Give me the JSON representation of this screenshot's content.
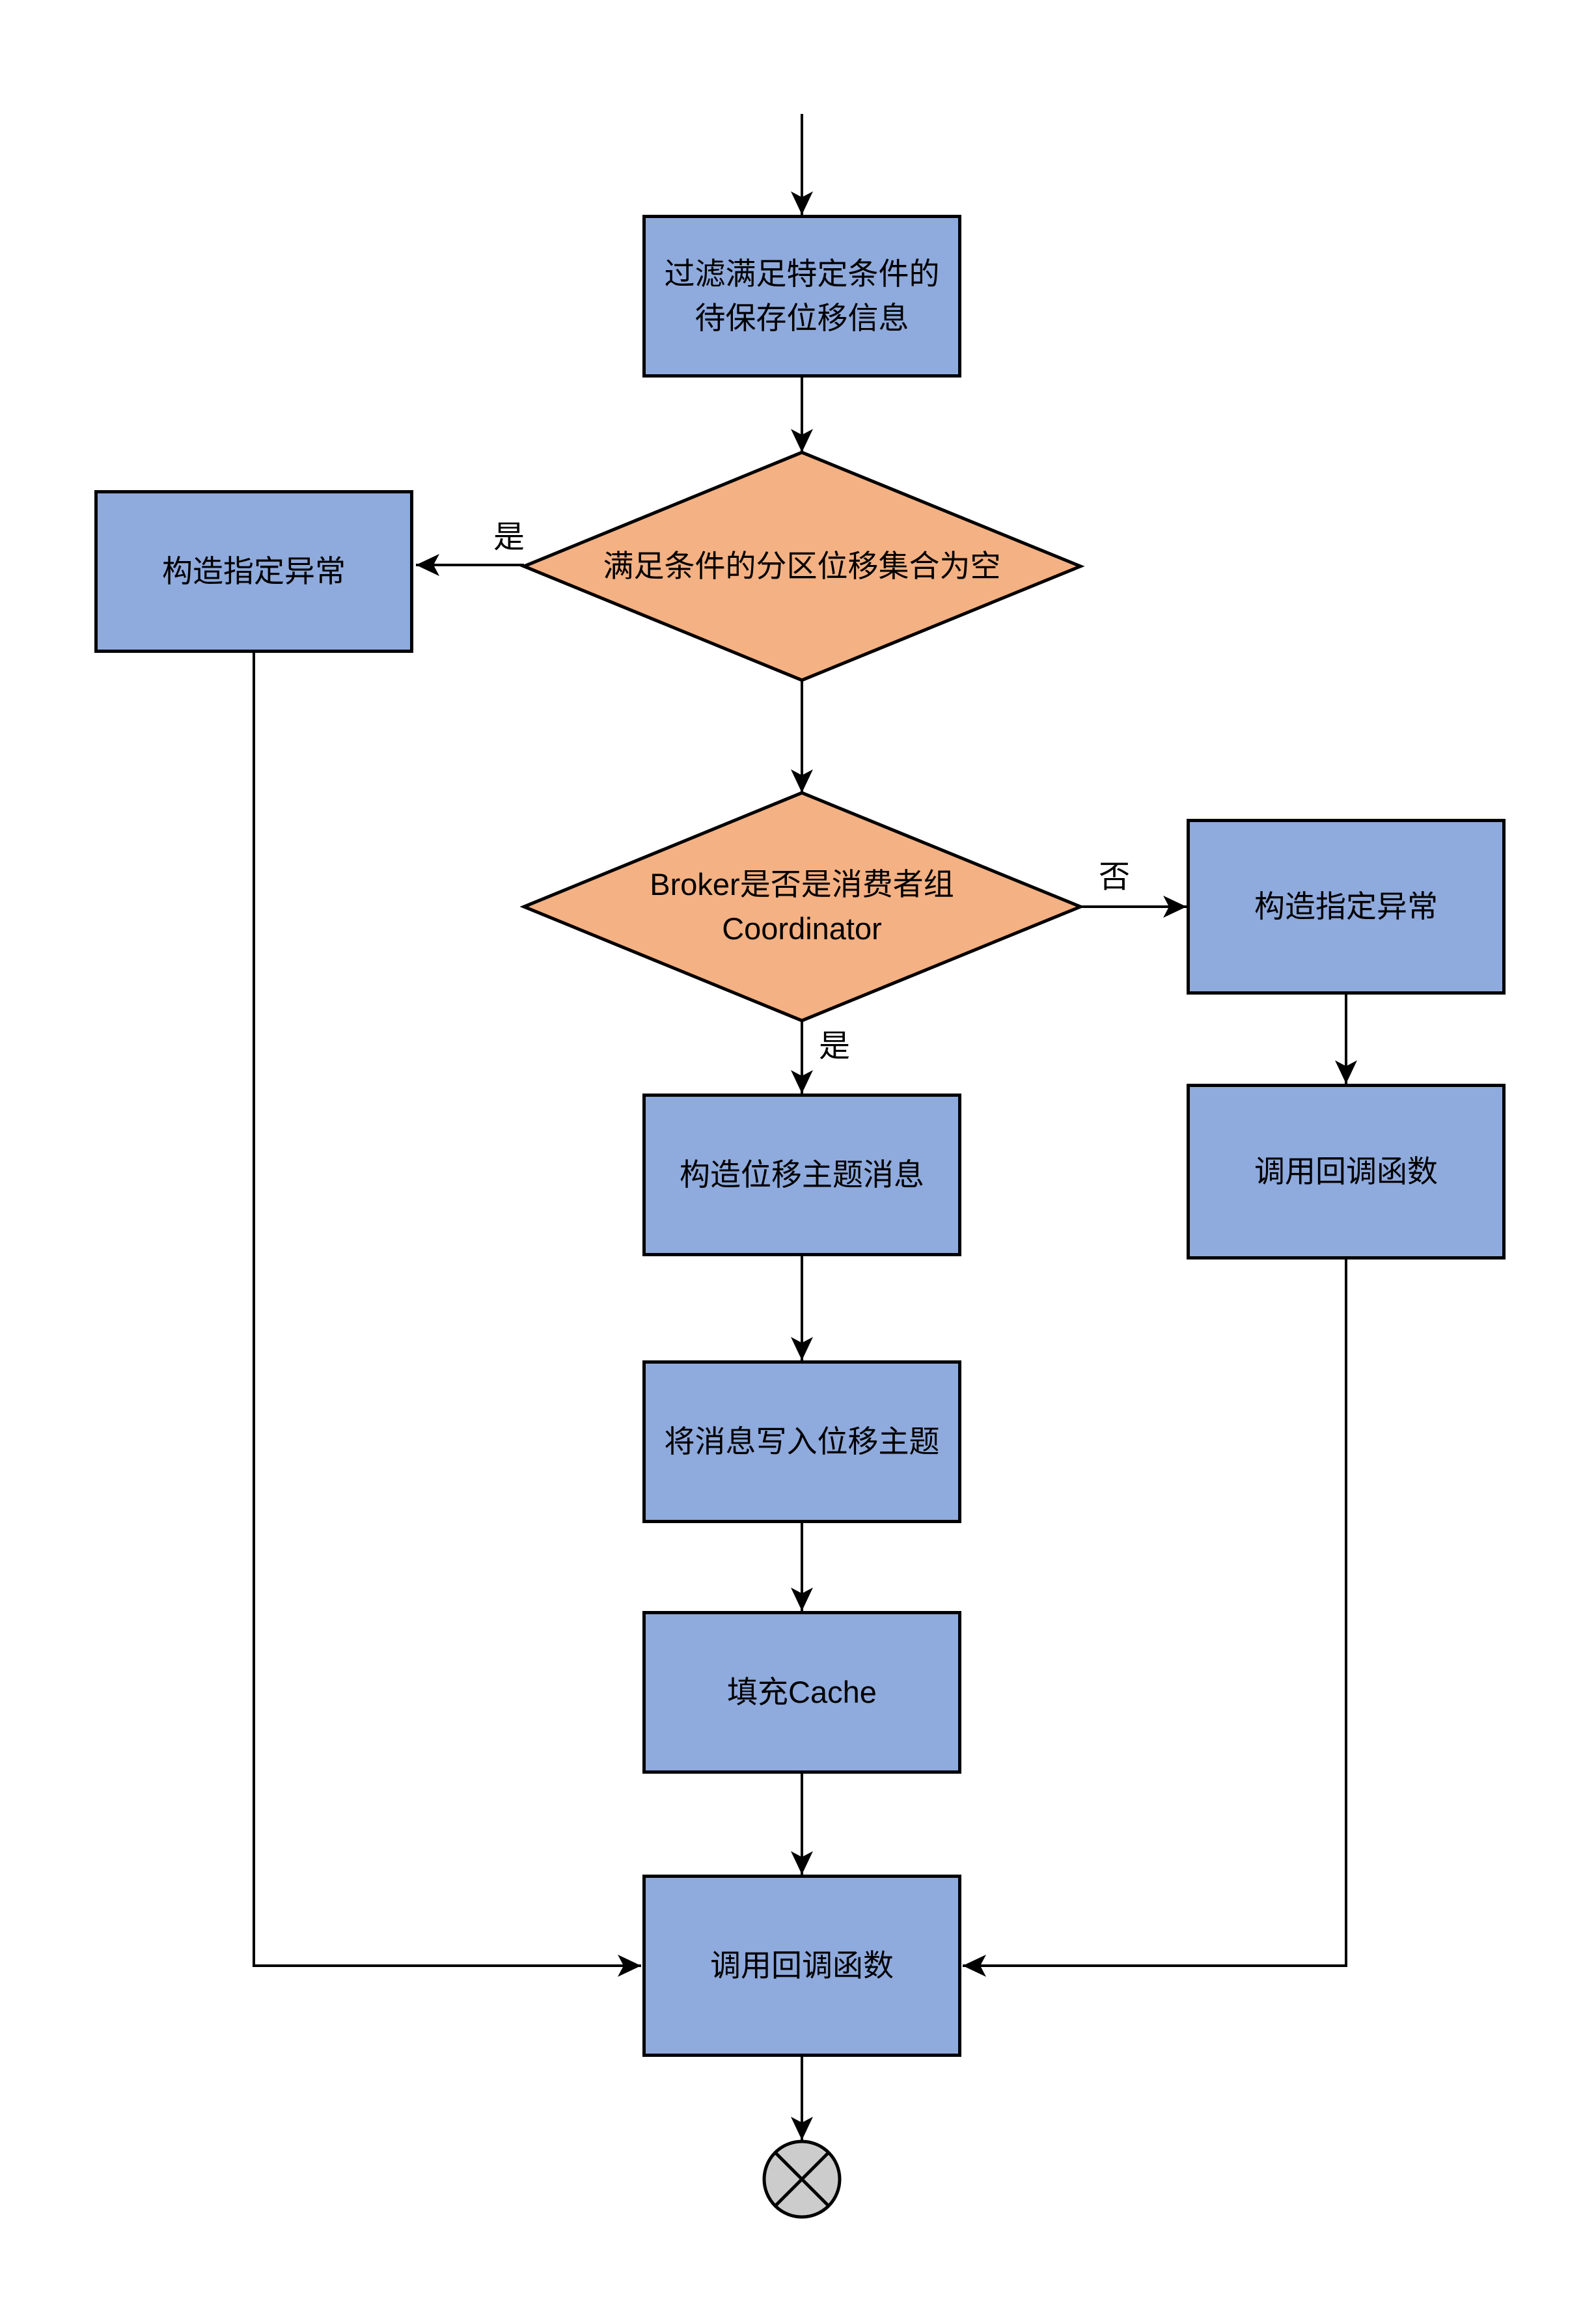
{
  "diagram": {
    "title_hint": "offset-commit-flowchart",
    "colors": {
      "process_fill": "#8FAADC",
      "decision_fill": "#F4B183",
      "terminator_fill": "#CCCCCC",
      "stroke": "#000000",
      "background": "#FFFFFF"
    },
    "nodes": {
      "filter": {
        "label": "过滤满足特定条件的\n待保存位移信息"
      },
      "decision_empty": {
        "label": "满足条件的分区位移集合为空"
      },
      "exception_left": {
        "label": "构造指定异常"
      },
      "decision_coordinator": {
        "label": "Broker是否是消费者组\nCoordinator"
      },
      "exception_right": {
        "label": "构造指定异常"
      },
      "callback_right": {
        "label": "调用回调函数"
      },
      "build_message": {
        "label": "构造位移主题消息"
      },
      "write_topic": {
        "label": "将消息写入位移主题"
      },
      "fill_cache": {
        "label": "填充Cache"
      },
      "callback_final": {
        "label": "调用回调函数"
      }
    },
    "edge_labels": {
      "yes_left": "是",
      "no_right": "否",
      "yes_down": "是"
    }
  }
}
